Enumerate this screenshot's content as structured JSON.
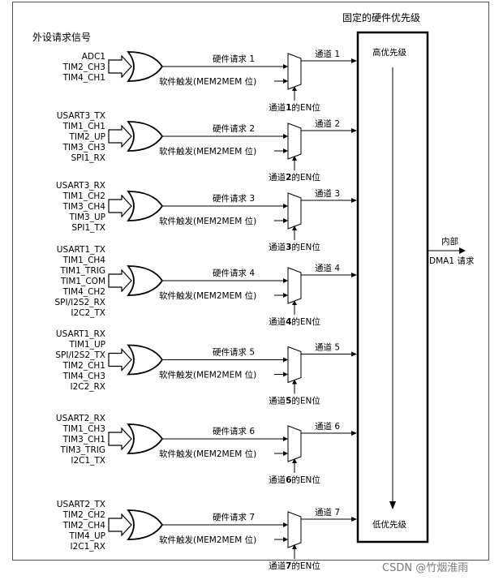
{
  "title": "外设请求信号",
  "fixed_priority": "固定的硬件优先级",
  "high_priority": "高优先级",
  "low_priority": "低优先级",
  "output_label_1": "内部",
  "output_label_2": "DMA1 请求",
  "watermark": "CSDN @竹烟淮雨",
  "channels": [
    {
      "signals": [
        "ADC1",
        "TIM2_CH3",
        "TIM4_CH1"
      ],
      "hw_request": "硬件请求 1",
      "sw_trigger": "软件触发(MEM2MEM 位)",
      "channel": "通道 1",
      "en_prefix": "通道",
      "en_num": "1",
      "en_suffix": "的EN位"
    },
    {
      "signals": [
        "USART3_TX",
        "TIM1_CH1",
        "TIM2_UP",
        "TIM3_CH3",
        "SPI1_RX"
      ],
      "hw_request": "硬件请求 2",
      "sw_trigger": "软件触发(MEM2MEM 位)",
      "channel": "通道 2",
      "en_prefix": "通道",
      "en_num": "2",
      "en_suffix": "的EN位"
    },
    {
      "signals": [
        "USART3_RX",
        "TIM1_CH2",
        "TIM3_CH4",
        "TIM3_UP",
        "SPI1_TX"
      ],
      "hw_request": "硬件请求 3",
      "sw_trigger": "软件触发(MEM2MEM 位)",
      "channel": "通道 3",
      "en_prefix": "通道",
      "en_num": "3",
      "en_suffix": "的EN位"
    },
    {
      "signals": [
        "USART1_TX",
        "TIM1_CH4",
        "TIM1_TRIG",
        "TIM1_COM",
        "TIM4_CH2",
        "SPI/I2S2_RX",
        "I2C2_TX"
      ],
      "hw_request": "硬件请求 4",
      "sw_trigger": "软件触发(MEM2MEM 位)",
      "channel": "通道 4",
      "en_prefix": "通道",
      "en_num": "4",
      "en_suffix": "的EN位"
    },
    {
      "signals": [
        "USART1_RX",
        "TIM1_UP",
        "SPI/I2S2_TX",
        "TIM2_CH1",
        "TIM4_CH3",
        "I2C2_RX"
      ],
      "hw_request": "硬件请求 5",
      "sw_trigger": "软件触发(MEM2MEM 位)",
      "channel": "通道 5",
      "en_prefix": "通道",
      "en_num": "5",
      "en_suffix": "的EN位"
    },
    {
      "signals": [
        "USART2_RX",
        "TIM1_CH3",
        "TIM3_CH1",
        "TIM3_TRIG",
        "I2C1_TX"
      ],
      "hw_request": "硬件请求 6",
      "sw_trigger": "软件触发(MEM2MEM 位)",
      "channel": "通道 6",
      "en_prefix": "通道",
      "en_num": "6",
      "en_suffix": "的EN位"
    },
    {
      "signals": [
        "USART2_TX",
        "TIM2_CH2",
        "TIM2_CH4",
        "TIM4_UP",
        "I2C1_RX"
      ],
      "hw_request": "硬件请求 7",
      "sw_trigger": "软件触发(MEM2MEM 位)",
      "channel": "通道 7",
      "en_prefix": "通道",
      "en_num": "7",
      "en_suffix": "的EN位"
    }
  ]
}
